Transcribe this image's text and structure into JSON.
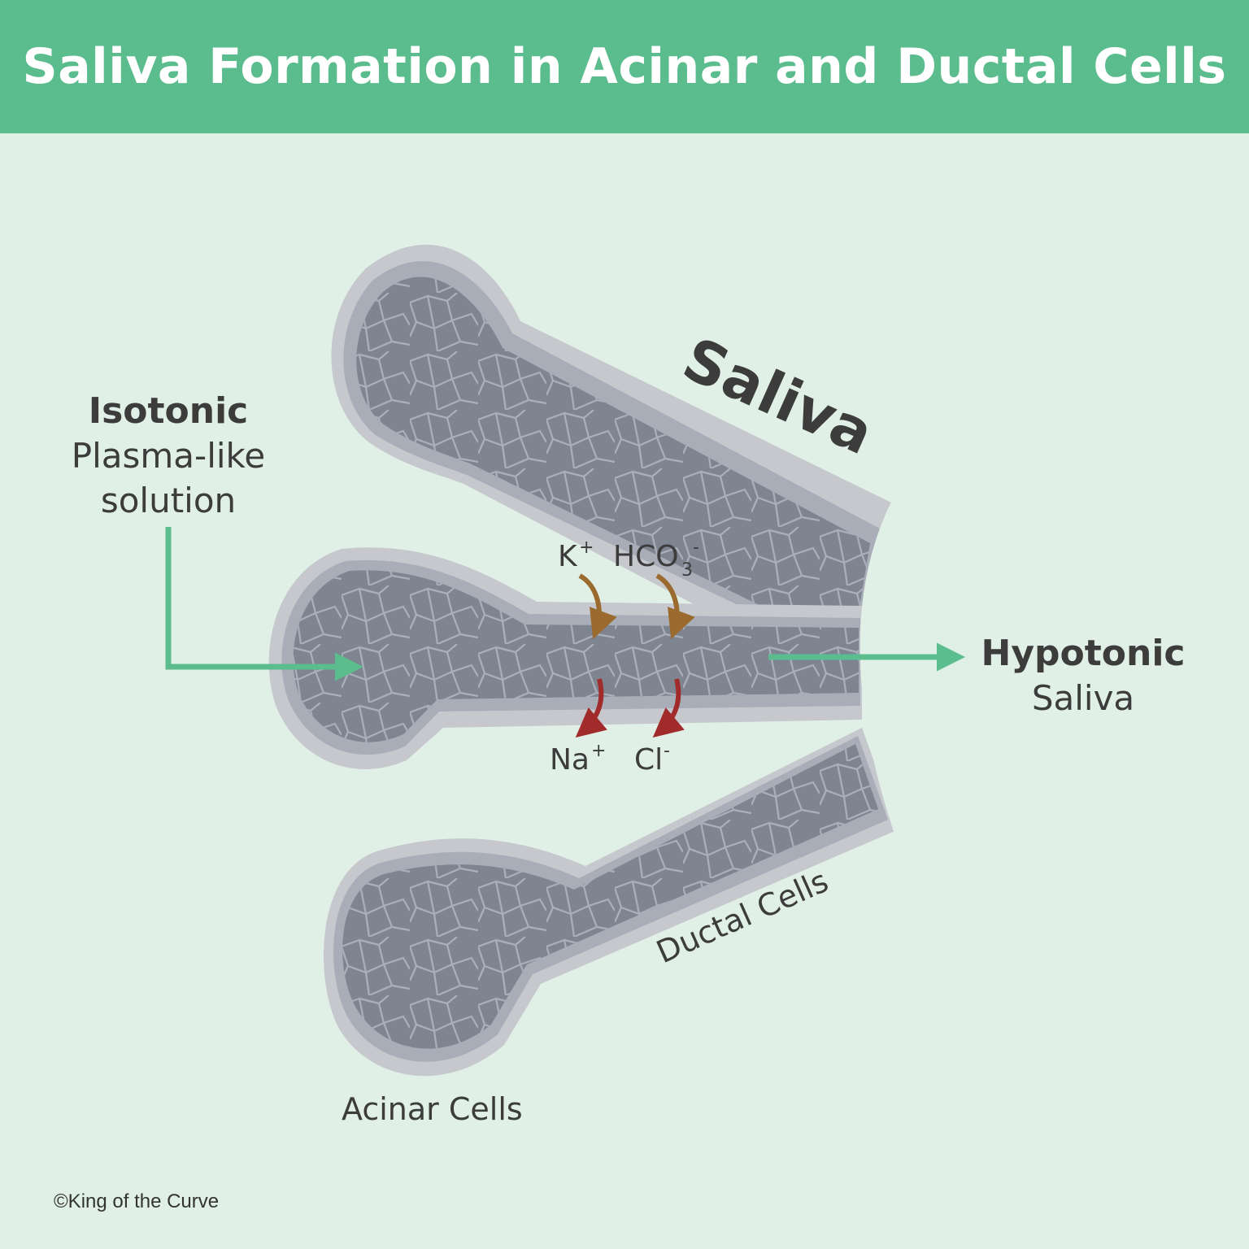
{
  "title": "Saliva Formation in Acinar and Ductal Cells",
  "labels": {
    "saliva": "Saliva",
    "isotonic": "Isotonic",
    "plasma_like": "Plasma-like",
    "solution": "solution",
    "hypotonic": "Hypotonic",
    "hypotonic_saliva": "Saliva",
    "ductal_cells": "Ductal Cells",
    "acinar_cells": "Acinar Cells"
  },
  "ions": {
    "k": "K",
    "k_charge": "+",
    "hco3": "HCO",
    "hco3_sub": "3",
    "hco3_charge": "-",
    "na": "Na",
    "na_charge": "+",
    "cl": "Cl",
    "cl_charge": "-"
  },
  "colors": {
    "header": "#5bbc8e",
    "background": "#e0f0e6",
    "arrow_green": "#5bbc8e",
    "secretion_arrow": "#9a6a2e",
    "absorption_arrow": "#a12a2a",
    "tissue": "#7e8591",
    "membrane_inner": "#a9adb7",
    "membrane_outer": "#c6c8ce",
    "cell_lines": "#aab0bb"
  },
  "icons": [
    "flow-arrow-icon",
    "secretion-arrow-icon",
    "absorption-arrow-icon"
  ],
  "copyright": "©King of the Curve"
}
